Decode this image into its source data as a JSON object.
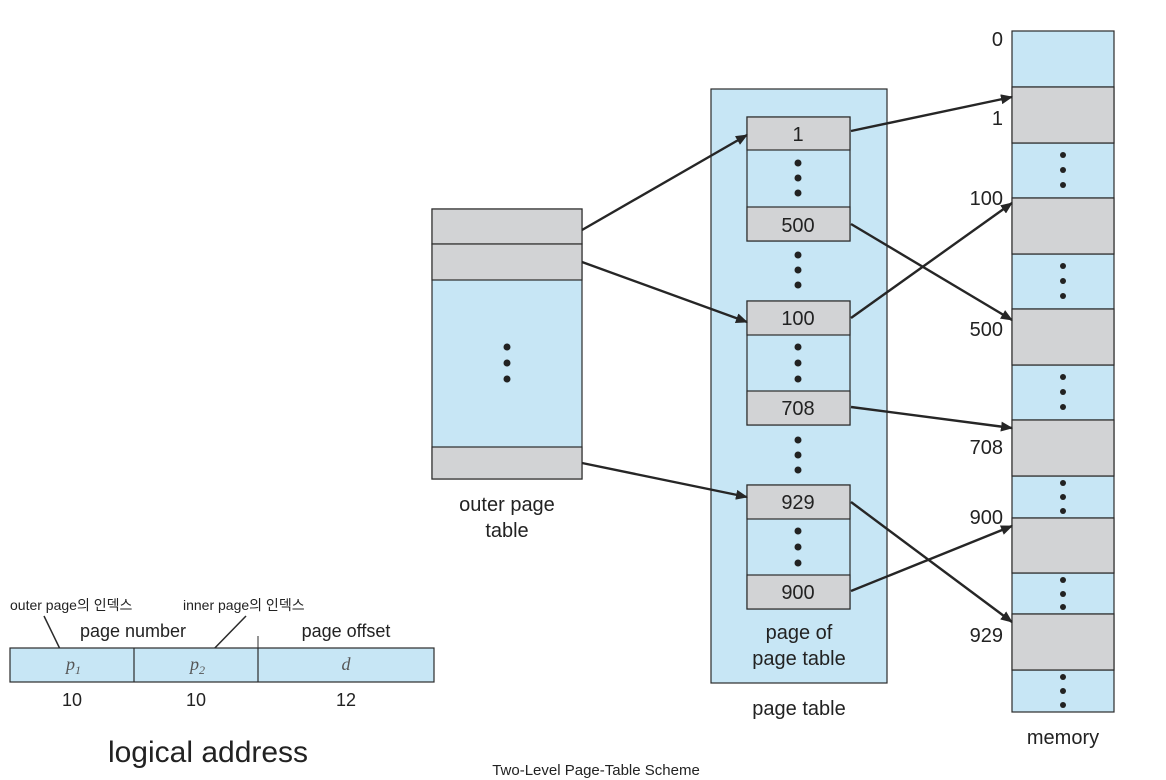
{
  "colors": {
    "frame_blue": "#c7e6f5",
    "entry_gray": "#d2d3d5",
    "outline": "#2b2b2b",
    "arrow": "#262626"
  },
  "logical_address": {
    "outer_index_label": "outer page의 인덱스",
    "inner_index_label": "inner page의 인덱스",
    "page_number_label": "page number",
    "page_offset_label": "page offset",
    "field_p1": "p",
    "field_p1_sub": "1",
    "field_p2": "p",
    "field_p2_sub": "2",
    "field_d": "d",
    "bits_p1": "10",
    "bits_p2": "10",
    "bits_d": "12",
    "title": "logical address"
  },
  "outer_page_table": {
    "label_line1": "outer page",
    "label_line2": "table"
  },
  "page_table": {
    "entries": [
      "1",
      "500",
      "100",
      "708",
      "929",
      "900"
    ],
    "inner_label_line1": "page of",
    "inner_label_line2": "page table",
    "label": "page table"
  },
  "memory": {
    "addresses": [
      "0",
      "1",
      "100",
      "500",
      "708",
      "900",
      "929"
    ],
    "label": "memory"
  },
  "caption": "Two-Level Page-Table Scheme"
}
